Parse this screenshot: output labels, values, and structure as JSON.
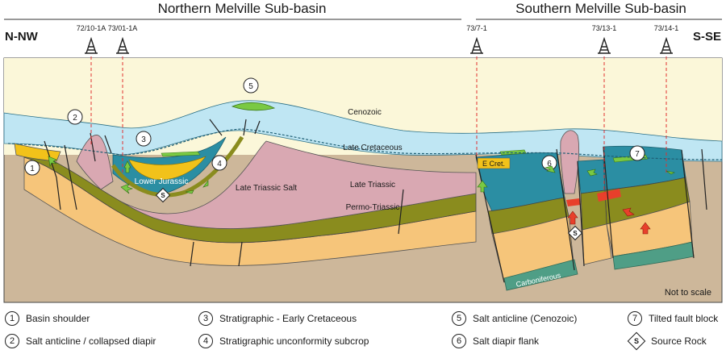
{
  "header": {
    "north_title": "Northern Melville Sub-basin",
    "south_title": "Southern Melville Sub-basin",
    "left_dir": "N-NW",
    "right_dir": "S-SE"
  },
  "wells": [
    "72/10-1A",
    "73/01-1A",
    "73/7-1",
    "73/13-1",
    "73/14-1"
  ],
  "layer_labels": {
    "cenozoic": "Cenozoic",
    "late_cretaceous": "Late Cretaceous",
    "lower_jurassic": "Lower Jurassic",
    "late_triassic_salt": "Late Triassic Salt",
    "late_triassic": "Late Triassic",
    "permo_triassic": "Permo-Triassic",
    "e_cret": "E Cret.",
    "carboniferous": "Carboniferous",
    "not_to_scale": "Not to scale"
  },
  "markers": [
    "1",
    "2",
    "3",
    "4",
    "5",
    "6",
    "7"
  ],
  "source_rock_symbol": "S",
  "legend": [
    {
      "num": "1",
      "label": "Basin shoulder"
    },
    {
      "num": "2",
      "label": "Salt anticline / collapsed diapir"
    },
    {
      "num": "3",
      "label": "Stratigraphic - Early Cretaceous"
    },
    {
      "num": "4",
      "label": "Stratigraphic unconformity subcrop"
    },
    {
      "num": "5",
      "label": "Salt anticline (Cenozoic)"
    },
    {
      "num": "6",
      "label": "Salt diapir flank"
    },
    {
      "num": "7",
      "label": "Tilted fault block"
    },
    {
      "num": "S",
      "label": "Source Rock"
    }
  ],
  "colors": {
    "cenozoic": "#fbf7d9",
    "late_cretaceous": "#bfe6f3",
    "early_cretaceous": "#2b8ea3",
    "jurassic_sand": "#f2c21a",
    "late_triassic": "#8a8c1e",
    "salt": "#d9a8b2",
    "permo_triassic": "#f6c57a",
    "basement": "#cdb79a",
    "carboniferous": "#4f9e86",
    "green_hc": "#7ac943",
    "red_hc": "#e8402b"
  }
}
